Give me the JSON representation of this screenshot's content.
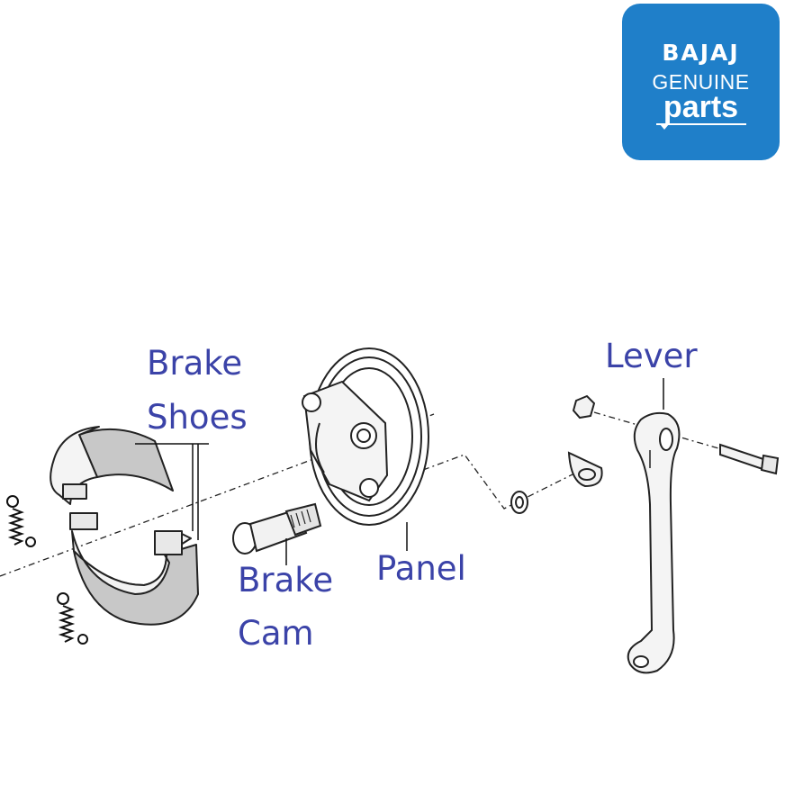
{
  "logo": {
    "brand": "BAJAJ",
    "genuine": "GENUINE",
    "parts": "parts"
  },
  "labels": {
    "brake_shoes_line1": "Brake",
    "brake_shoes_line2": "Shoes",
    "brake_cam_line1": "Brake",
    "brake_cam_line2": "Cam",
    "panel": "Panel",
    "lever": "Lever"
  },
  "colors": {
    "label": "#3b43a8",
    "logo_bg": "#1f7fc9",
    "line_art": "#222222",
    "shoe_lining": "#c8c8c8"
  }
}
